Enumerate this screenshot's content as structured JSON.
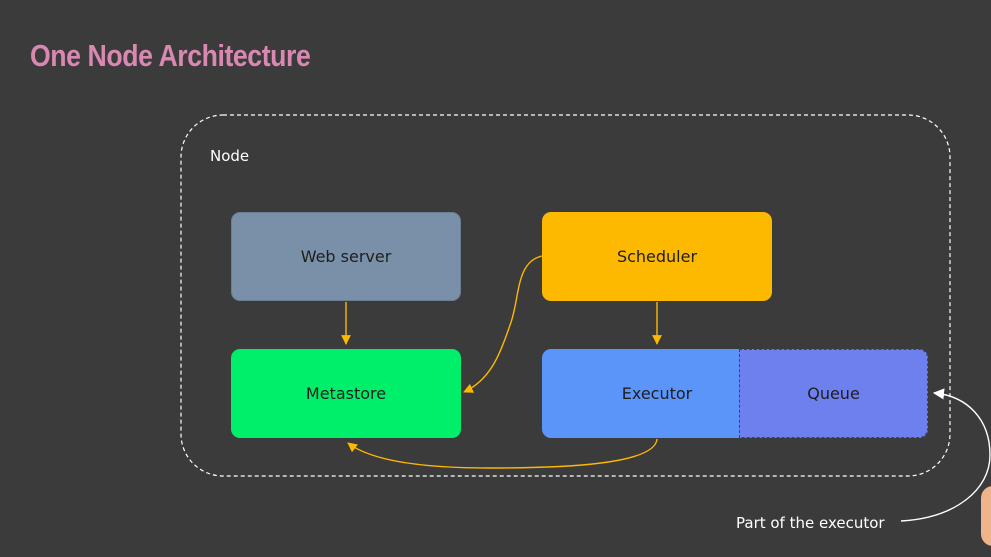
{
  "slide": {
    "title": "One Node Architecture"
  },
  "node": {
    "label": "Node"
  },
  "components": {
    "web_server": "Web server",
    "scheduler": "Scheduler",
    "metastore": "Metastore",
    "executor": "Executor",
    "queue": "Queue"
  },
  "callout": {
    "text": "Part of the executor"
  },
  "colors": {
    "background": "#3c3b3c",
    "title": "#d988b2",
    "web_server": "#7a90a8",
    "scheduler": "#fdb800",
    "metastore": "#00ef6a",
    "executor": "#5b95f9",
    "queue": "#6e80ee",
    "arrow": "#fdb800",
    "node_border": "#ffffff"
  }
}
